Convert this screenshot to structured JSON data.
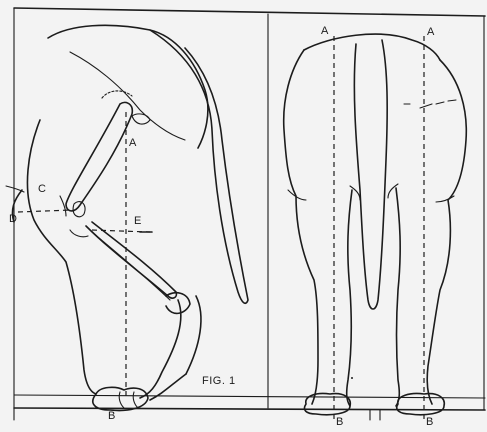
{
  "figure": {
    "caption": "FIG. 1"
  },
  "side_view": {
    "labels": {
      "a": "A",
      "b": "B",
      "c": "C",
      "d": "D",
      "e": "E"
    }
  },
  "rear_view": {
    "labels": {
      "a_left": "A",
      "a_right": "A",
      "b_left": "B",
      "b_right": "B"
    }
  },
  "colors": {
    "ink": "#1c1c1c",
    "paper": "#f3f3f3"
  }
}
